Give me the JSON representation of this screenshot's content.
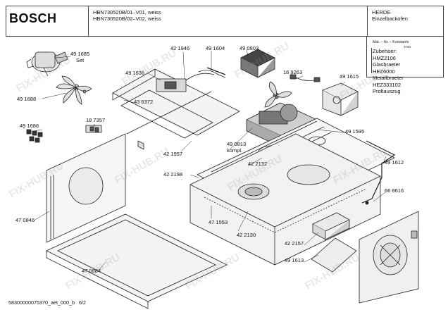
{
  "header": {
    "brand": "BOSCH",
    "model_line_1": "HBN730520B/01–V01, weiss",
    "model_line_2": "HBN730520B/02–V02, weiss",
    "category_line_1": "HERDE",
    "category_line_2": "Einzelbackofen"
  },
  "accessories": {
    "head_line_1": "Mat. – Nr. – Konstante",
    "head_line_2": "3740",
    "items": [
      "Zubehoer:",
      "HMZ2106",
      "Glasbraeter",
      "HEZ6000",
      "Metallbraeter",
      "HEZ333102",
      "Profiauszug"
    ]
  },
  "part_labels": [
    "49 1685",
    "Set",
    "49 1688",
    "43 6372",
    "49 1636",
    "42 1946",
    "49 1604",
    "49 0803",
    "16 9263",
    "49 1615",
    "18 7357",
    "49 1686",
    "49 1595",
    "42 1957",
    "49 0813",
    "kompl.",
    "42 2132",
    "42 2198",
    "49 1612",
    "66 8616",
    "47 0846",
    "47 1553",
    "42 2130",
    "42 2157",
    "49 1613",
    "47 0884"
  ],
  "footer": {
    "doc_id": "58300000075370_aet_000_b",
    "page": "6/2"
  },
  "watermark": {
    "text": "FIX-HUB.RU"
  }
}
